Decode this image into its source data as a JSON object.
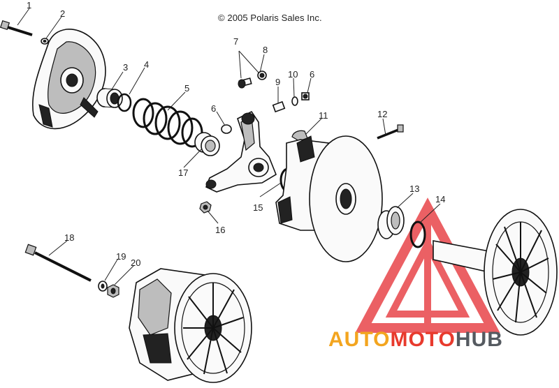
{
  "copyright": "© 2005 Polaris Sales Inc.",
  "watermark": {
    "parts": [
      "AUTO",
      "MOTO",
      "HUB"
    ],
    "colors": {
      "auto": "#f3a51f",
      "moto": "#e83a2d",
      "hub": "#555a60",
      "triangle": "#e8454a"
    }
  },
  "callouts": {
    "c1": "1",
    "c2": "2",
    "c3": "3",
    "c4": "4",
    "c5": "5",
    "c6a": "6",
    "c6b": "6",
    "c7": "7",
    "c8": "8",
    "c9": "9",
    "c10": "10",
    "c11": "11",
    "c12": "12",
    "c13": "13",
    "c14": "14",
    "c15": "15",
    "c16": "16",
    "c17": "17",
    "c18": "18",
    "c19": "19",
    "c20": "20"
  }
}
